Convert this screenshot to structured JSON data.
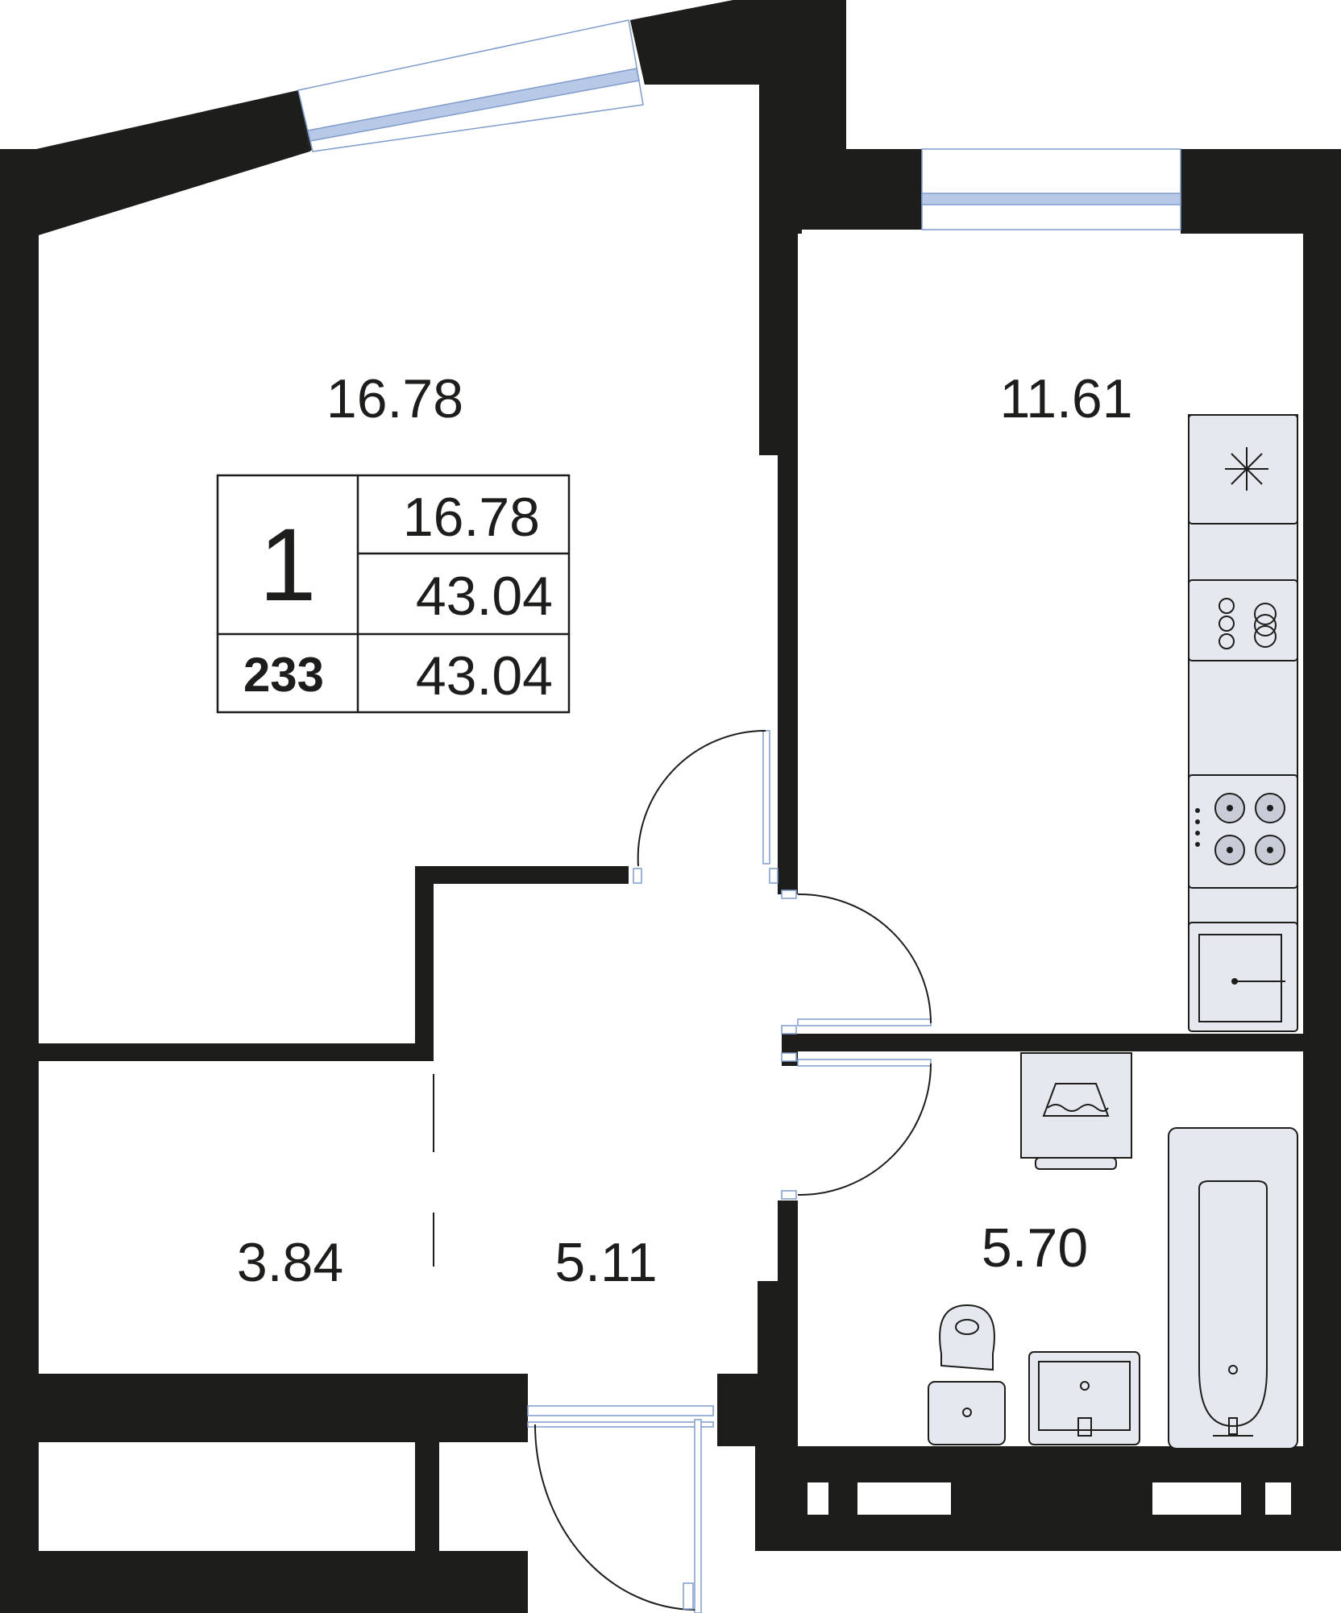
{
  "rooms": {
    "living": "16.78",
    "kitchen": "11.61",
    "storage": "3.84",
    "hall": "5.11",
    "bathroom": "5.70"
  },
  "summary": {
    "rooms_count": "1",
    "living_area": "16.78",
    "total_area": "43.04",
    "apartment_number": "233",
    "area": "43.04"
  },
  "icons": [
    "window",
    "door-swing",
    "fridge-icon",
    "oven-icon",
    "hob-icon",
    "sink-icon",
    "washing-machine-icon",
    "bathtub-icon",
    "toilet-icon",
    "washbasin-icon"
  ],
  "colors": {
    "wall": "#1d1d1b",
    "fixture": "#e6e8ef",
    "glass": "#b8c9e8"
  }
}
